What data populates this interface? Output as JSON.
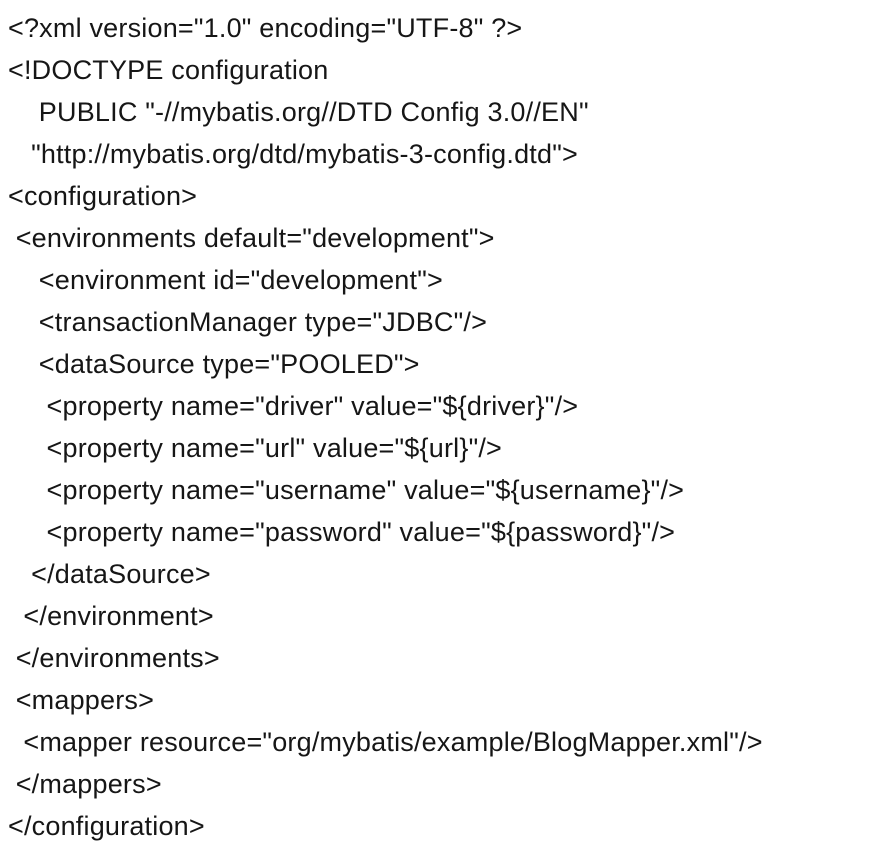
{
  "colors": {
    "background": "#ffffff",
    "text": "#161616"
  },
  "code": {
    "lines": [
      "<?xml version=\"1.0\" encoding=\"UTF-8\" ?>",
      "<!DOCTYPE configuration",
      "    PUBLIC \"-//mybatis.org//DTD Config 3.0//EN\"",
      "   \"http://mybatis.org/dtd/mybatis-3-config.dtd\">",
      "<configuration>",
      " <environments default=\"development\">",
      "    <environment id=\"development\">",
      "    <transactionManager type=\"JDBC\"/>",
      "    <dataSource type=\"POOLED\">",
      "     <property name=\"driver\" value=\"${driver}\"/>",
      "     <property name=\"url\" value=\"${url}\"/>",
      "     <property name=\"username\" value=\"${username}\"/>",
      "     <property name=\"password\" value=\"${password}\"/>",
      "   </dataSource>",
      "  </environment>",
      " </environments>",
      " <mappers>",
      "  <mapper resource=\"org/mybatis/example/BlogMapper.xml\"/>",
      " </mappers>",
      "</configuration>"
    ]
  }
}
